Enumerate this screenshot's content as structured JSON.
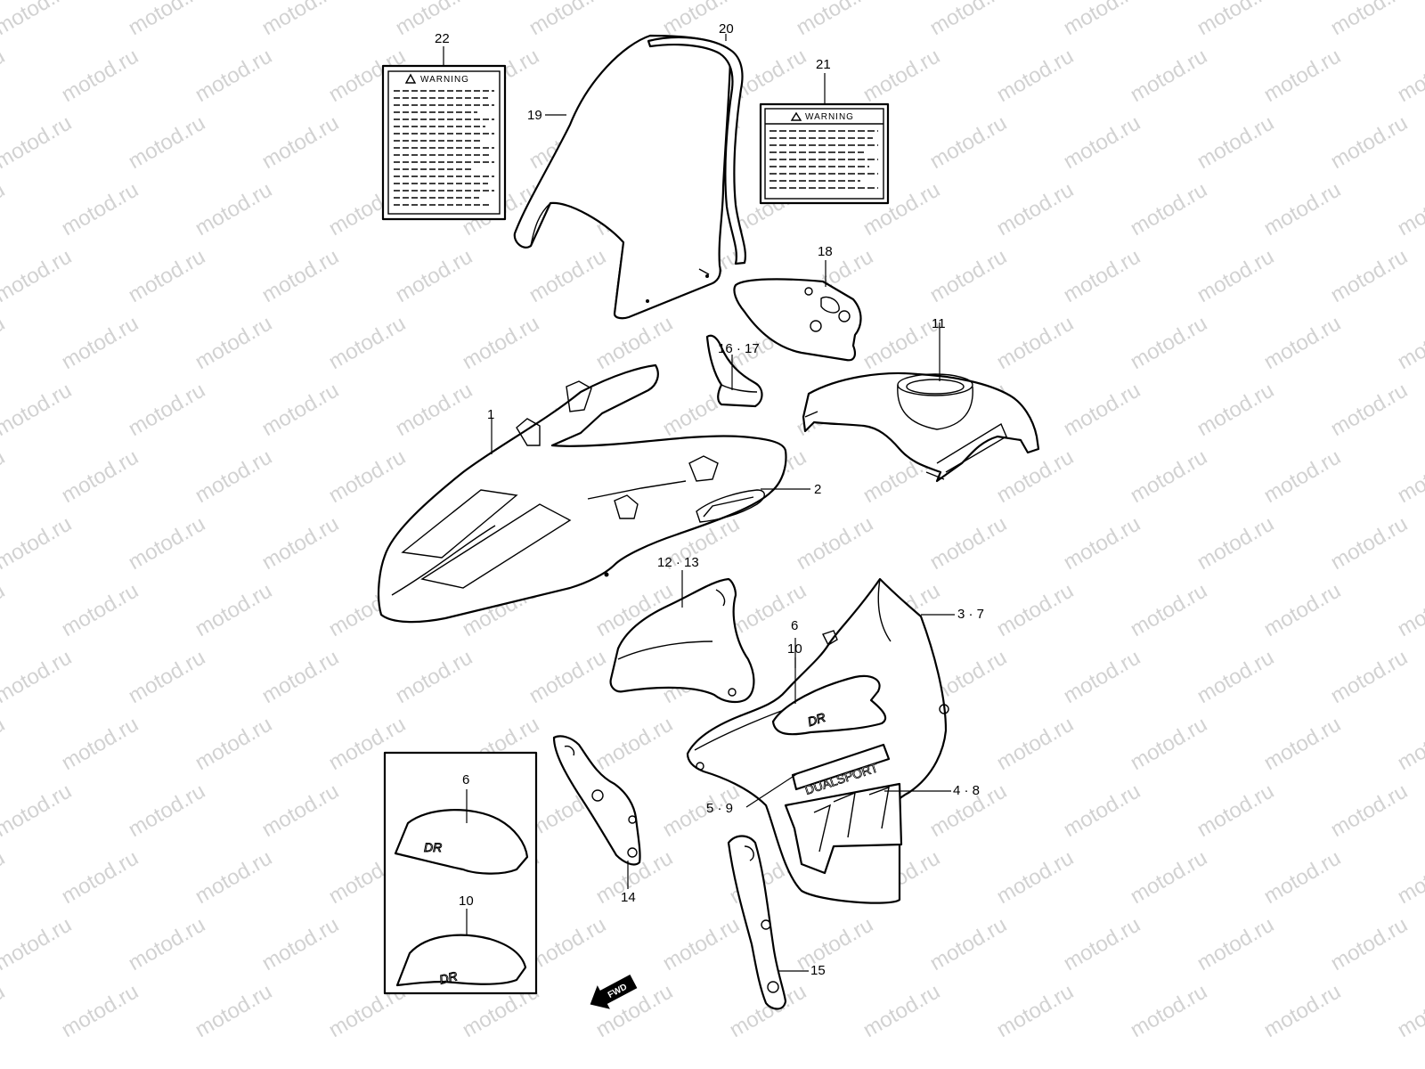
{
  "watermark": {
    "text": "motod.ru",
    "color": "#d2d2d2"
  },
  "warning_labels": [
    {
      "id": "22",
      "title": "WARNING"
    },
    {
      "id": "21",
      "title": "WARNING"
    }
  ],
  "decals": {
    "dr_logo": "DR",
    "dualsport": "DUALSPORT"
  },
  "fwd_arrow": {
    "text": "FWD"
  },
  "callouts": [
    "22",
    "20",
    "19",
    "21",
    "18",
    "16 · 17",
    "11",
    "1",
    "2",
    "12 · 13",
    "3 · 7",
    "6",
    "10",
    "4 · 8",
    "5 · 9",
    "6",
    "10",
    "14",
    "15"
  ]
}
